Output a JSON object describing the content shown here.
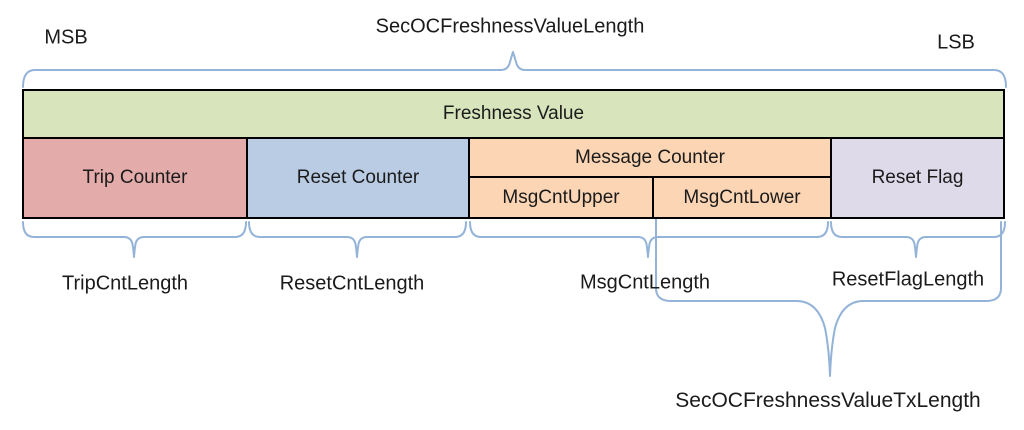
{
  "colors": {
    "brace": "#94b3d8",
    "border": "#000000",
    "text": "#1b1b1b",
    "green": "#d7e4bc",
    "pink": "#e3abaa",
    "blue": "#b9cce4",
    "orange": "#fcd5b4",
    "purple": "#dedae9"
  },
  "header": {
    "msb": "MSB",
    "title": "SecOCFreshnessValueLength",
    "lsb": "LSB"
  },
  "table": {
    "freshness_value": "Freshness Value",
    "trip_counter": "Trip Counter",
    "reset_counter": "Reset Counter",
    "message_counter": "Message Counter",
    "msg_cnt_upper": "MsgCntUpper",
    "msg_cnt_lower": "MsgCntLower",
    "reset_flag": "Reset Flag"
  },
  "length_labels": {
    "trip": "TripCntLength",
    "reset": "ResetCntLength",
    "msg": "MsgCntLength",
    "reset_flag": "ResetFlagLength",
    "tx": "SecOCFreshnessValueTxLength"
  }
}
